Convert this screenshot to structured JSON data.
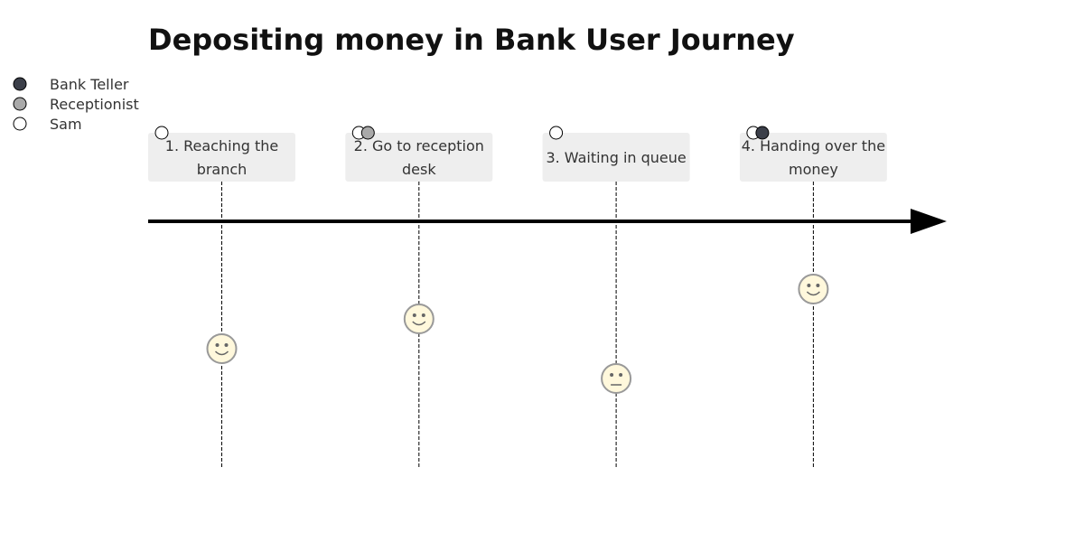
{
  "title": "Depositing money in Bank User Journey",
  "actors": [
    {
      "name": "Bank Teller",
      "color": "#3b3f49"
    },
    {
      "name": "Receptionist",
      "color": "#a9a9a9"
    },
    {
      "name": "Sam",
      "color": "#ffffff"
    }
  ],
  "tasks": [
    {
      "label_lines": [
        "1. Reaching the",
        "branch"
      ],
      "score": 4,
      "mood": "smile",
      "actors": [
        "Sam"
      ]
    },
    {
      "label_lines": [
        "2. Go to reception",
        "desk"
      ],
      "score": 5,
      "mood": "smile",
      "actors": [
        "Sam",
        "Receptionist"
      ]
    },
    {
      "label_lines": [
        "3. Waiting in queue"
      ],
      "score": 3,
      "mood": "neutral",
      "actors": [
        "Sam"
      ]
    },
    {
      "label_lines": [
        "4. Handing over the",
        "money"
      ],
      "score": 6,
      "mood": "smile",
      "actors": [
        "Sam",
        "Bank Teller"
      ]
    }
  ],
  "colors": {
    "task_box": "#eeeeee",
    "face_fill": "#fff8dc",
    "face_stroke": "#999999",
    "axis": "#000000"
  }
}
